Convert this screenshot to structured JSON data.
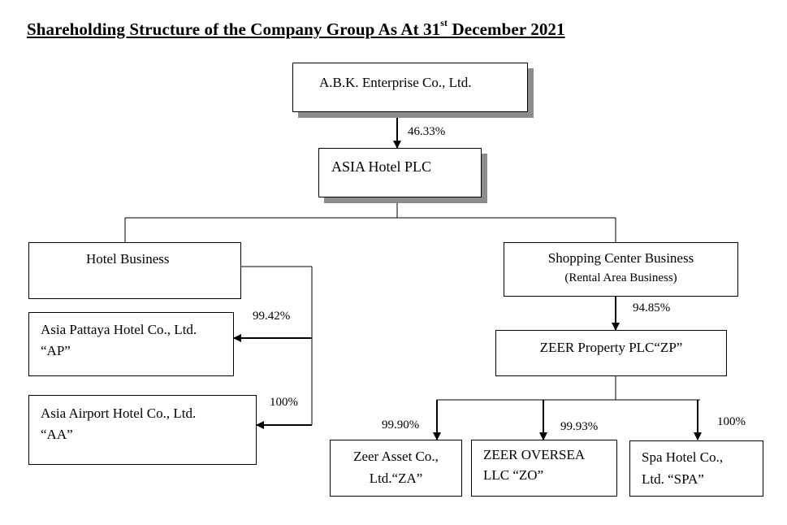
{
  "title": {
    "main": "Shareholding Structure of the Company Group As At 31",
    "sup": "st",
    "tail": " December 2021"
  },
  "nodes": {
    "abk": "A.B.K. Enterprise Co., Ltd.",
    "asia_hotel": "ASIA Hotel PLC",
    "hotel_business": "Hotel Business",
    "shopping_line1": "Shopping Center Business",
    "shopping_line2": "(Rental Area Business)",
    "ap_line1": "Asia Pattaya Hotel Co., Ltd.",
    "ap_line2": "“AP”",
    "aa_line1": "Asia Airport Hotel Co., Ltd.",
    "aa_line2": "“AA”",
    "zp": "ZEER Property PLC“ZP”",
    "za_line1": "Zeer Asset Co.,",
    "za_line2": "Ltd.“ZA”",
    "zo_line1": "ZEER OVERSEA",
    "zo_line2": "LLC “ZO”",
    "spa_line1": "Spa Hotel Co.,",
    "spa_line2": "Ltd. “SPA”"
  },
  "percentages": {
    "abk_to_asia": "46.33%",
    "to_ap": "99.42%",
    "to_aa": "100%",
    "to_zp": "94.85%",
    "to_za": "99.90%",
    "to_zo": "99.93%",
    "to_spa": "100%"
  }
}
